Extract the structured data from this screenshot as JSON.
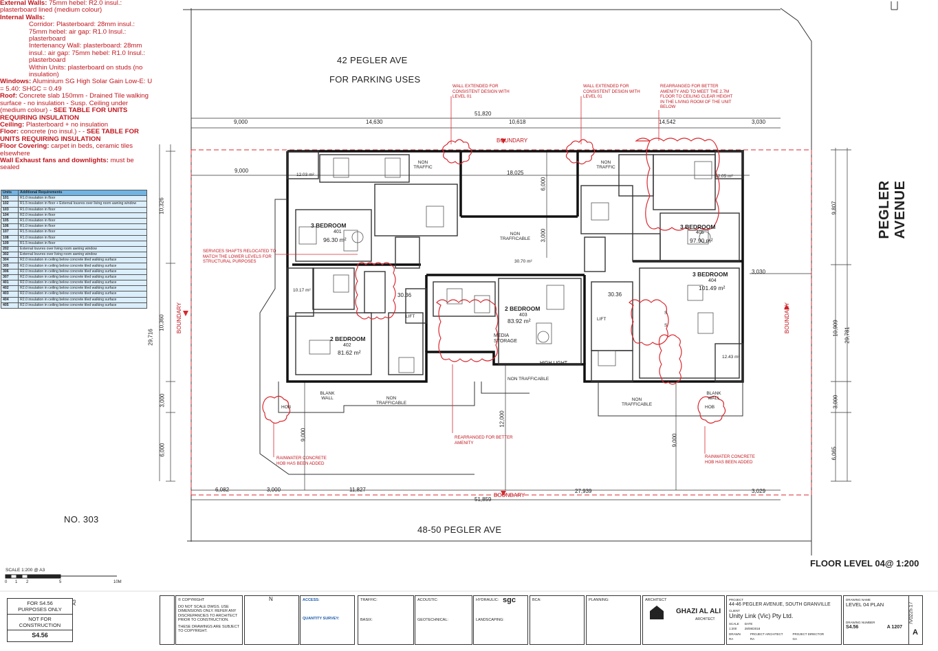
{
  "notes": {
    "external_walls": {
      "label": "External Walls:",
      "text": " 75mm hebel: R2.0 insul.: plasterboard lined (medium colour)"
    },
    "internal_walls_label": "Internal Walls:",
    "corridor": "Corridor: Plasterboard: 28mm insul.: 75mm hebel: air gap: R1.0 Insul.: plasterboard",
    "intertenancy": "Intertenancy Wall: plasterboard: 28mm insul.: air gap: 75mm hebel: R1.0 Insul.: plasterboard",
    "within_units": "Within Units: plasterboard on studs (no insulation)",
    "windows": {
      "label": "Windows:",
      "text": " Aluminium SG High Solar Gain Low-E: U = 5.40: SHGC = 0.49"
    },
    "roof": {
      "label": "Roof:",
      "text": " Concrete slab 150mm - Drained Tile walking surface - no insulation - Susp. Ceiling under (medium colour) - ",
      "emph": "SEE TABLE FOR UNITS REQUIRING INSULATION"
    },
    "ceiling": {
      "label": "Ceiling:",
      "text": " Plasterboard + no insulation"
    },
    "floor": {
      "label": "Floor:",
      "text": " concrete (no insul.) - - ",
      "emph": "SEE TABLE FOR UNITS REQUIRING INSULATION"
    },
    "floor_covering": {
      "label": "Floor Covering:",
      "text": " carpet in beds, ceramic tiles elsewhere"
    },
    "exhaust": {
      "label": "Wall Exhaust fans and downlights:",
      "text": " must be sealed"
    }
  },
  "units_table": {
    "headers": [
      "Units",
      "Additional Requirements"
    ],
    "rows": [
      [
        "101",
        "R1.0 insulation in floor"
      ],
      [
        "102",
        "R1.5 insulation in floor + External louvres over living room awning window"
      ],
      [
        "103",
        "R1.0 insulation in floor"
      ],
      [
        "104",
        "R2.0 insulation in floor"
      ],
      [
        "105",
        "R1.0 insulation in floor"
      ],
      [
        "106",
        "R1.0 insulation in floor"
      ],
      [
        "107",
        "R1.5 insulation in floor"
      ],
      [
        "108",
        "R1.0 insulation in floor"
      ],
      [
        "109",
        "R1.5 insulation in floor"
      ],
      [
        "202",
        "External louvres over living room awning window"
      ],
      [
        "302",
        "External louvres over living room awning window"
      ],
      [
        "304",
        "R2.0 insulation in ceiling below concrete tiled walking surface"
      ],
      [
        "305",
        "R2.0 insulation in ceiling below concrete tiled walking surface"
      ],
      [
        "306",
        "R2.0 insulation in ceiling below concrete tiled walking surface"
      ],
      [
        "307",
        "R2.0 insulation in ceiling below concrete tiled walking surface"
      ],
      [
        "401",
        "R2.0 insulation in ceiling below concrete tiled walking surface"
      ],
      [
        "402",
        "R2.0 insulation in ceiling below concrete tiled walking surface"
      ],
      [
        "403",
        "R2.0 insulation in ceiling below concrete tiled walking surface"
      ],
      [
        "404",
        "R2.0 insulation in ceiling below concrete tiled walking surface"
      ],
      [
        "405",
        "R2.0 insulation in ceiling below concrete tiled walking surface"
      ]
    ]
  },
  "plan": {
    "street_top": "42  PEGLER AVE",
    "parking": "FOR PARKING USES",
    "street_right": "PEGLER AVENUE",
    "street_bottom": "48-50 PEGLER AVE",
    "no303": "NO. 303",
    "boundary": "BOUNDARY",
    "dims": {
      "d51820": "51,820",
      "d9000a": "9,000",
      "d14630": "14,630",
      "d10618": "10,618",
      "d14542": "14,542",
      "d3030a": "3,030",
      "d9000b": "9,000",
      "d18025": "18,025",
      "d6000": "6,000",
      "d3000a": "3,000",
      "d3030b": "3,030",
      "d10326": "10,326",
      "d10360": "10,360",
      "d29716": "29,716",
      "d3000b": "3,000",
      "d6000b": "6,000",
      "d9807": "9,807",
      "d10909": "10,909",
      "d29781": "29,781",
      "d3000c": "3,000",
      "d6065": "6,065",
      "d6082": "6,082",
      "d3000d": "3,000",
      "d11827": "11,827",
      "d27939": "27,939",
      "d3029": "3,029",
      "d51859": "51,859",
      "d9000c": "9,000",
      "d12000": "12,000",
      "d9000d": "9,000"
    },
    "areas": {
      "a1203": "12.03 m²",
      "a1205": "12.05 m²",
      "a3070": "30.70 m²",
      "a1017": "10.17 m²",
      "a1243": "12.43 m²",
      "e3036a": "30.36",
      "e3036b": "30.36"
    },
    "units": [
      {
        "name": "3 BEDROOM",
        "num": "401",
        "area": "96.30 m²"
      },
      {
        "name": "2 BEDROOM",
        "num": "402",
        "area": "81.62 m²"
      },
      {
        "name": "2 BEDROOM",
        "num": "403",
        "area": "83.92 m²"
      },
      {
        "name": "3 BEDROOM",
        "num": "404",
        "area": "101.49 m²"
      },
      {
        "name": "3 BEDROOM",
        "num": "405",
        "area": "97.90 m²"
      }
    ],
    "labels": {
      "non_trafficable": "NON TRAFFICABLE",
      "non_traffic": "NON TRAFFIC",
      "blank_wall": "BLANK WALL",
      "lift": "LIFT",
      "media": "MEDIA STORAGE",
      "high_light": "HIGH LIGHT",
      "hob": "HOB",
      "s": "S"
    },
    "annotations": {
      "wall_ext": "WALL EXTENDED FOR CONSISTENT DESIGN WITH LEVEL 01",
      "rearr_top": "REARRANGED FOR BETTER AMENITY AND TO MEET THE 2.7M FLOOR TO CEILING CLEAR HEIGHT IN THE LIVING ROOM OF THE UNIT BELOW",
      "services": "SERVICES SHAFTS RELOCATED TO MATCH THE LOWER LEVELS FOR STRUCTURAL PURPOSES",
      "rearr_bottom": "REARRANGED FOR BETTER AMENITY",
      "rainwater": "RAINWATER CONCRETE HOB HAS BEEN ADDED"
    },
    "floor_title": "FLOOR LEVEL 04@ 1:200"
  },
  "scale": {
    "label": "SCALE 1:200 @ A3",
    "ticks": [
      "0",
      "1",
      "2",
      "5",
      "10M"
    ]
  },
  "title_block": {
    "purpose1": "FOR S4.56",
    "purpose2": "PURPOSES ONLY",
    "purpose3": "NOT FOR CONSTRUCTION",
    "purpose_code": "S4.56",
    "sheet_size": "A3",
    "copyright": "© COPYRIGHT",
    "copyright_text": "DO NOT SCALE DWGS. USE DIMENSIONS ONLY. REFER ANY DISCREPANCIES TO ARCHITECT PRIOR TO CONSTRUCTION.",
    "copyright_text2": "THESE DRAWINGS ARE SUBJECT TO COPYRIGHT.",
    "north": "N",
    "access": "ACCESS:",
    "quantity": "QUANTITY SURVEY:",
    "traffic": "TRAFFIC:",
    "basix": "BASIX:",
    "acoustic": "ACOUSTIC:",
    "geotechnical": "GEOTECHNICAL:",
    "hydraulic": "HYDRAULIC:",
    "sgc": "sgc",
    "landscaping": "LANDSCAPING:",
    "bca": "BCA:",
    "planning": "PLANNING:",
    "architect": "ARCHITECT",
    "architect_name": "GHAZI AL ALI",
    "architect_sub": "ARCHITECT",
    "project_label": "PROJECT",
    "project": "44-46 PEGLER AVENUE, SOUTH GRANVILLE",
    "client_label": "CLIENT",
    "client": "Unity Link (Vic) Pty Ltd.",
    "scale_label": "SCALE",
    "scale_val": "1:200",
    "date_label": "DATE",
    "date_val": "28/08/2018",
    "drawn_label": "DRAWN",
    "drawn_val": "RA",
    "checked_label": "PROJECT ARCHITECT",
    "checked_val": "RA",
    "director_label": "PROJECT DIRECTOR",
    "director_val": "GA",
    "drawing_label": "DRAWING NAME",
    "drawing": "LEVEL 04 PLAN",
    "number_label": "DRAWING NUMBER",
    "number": "S4.56",
    "sheet": "A 1207",
    "issue": "A",
    "job": "25.17",
    "job2": "/V02"
  }
}
